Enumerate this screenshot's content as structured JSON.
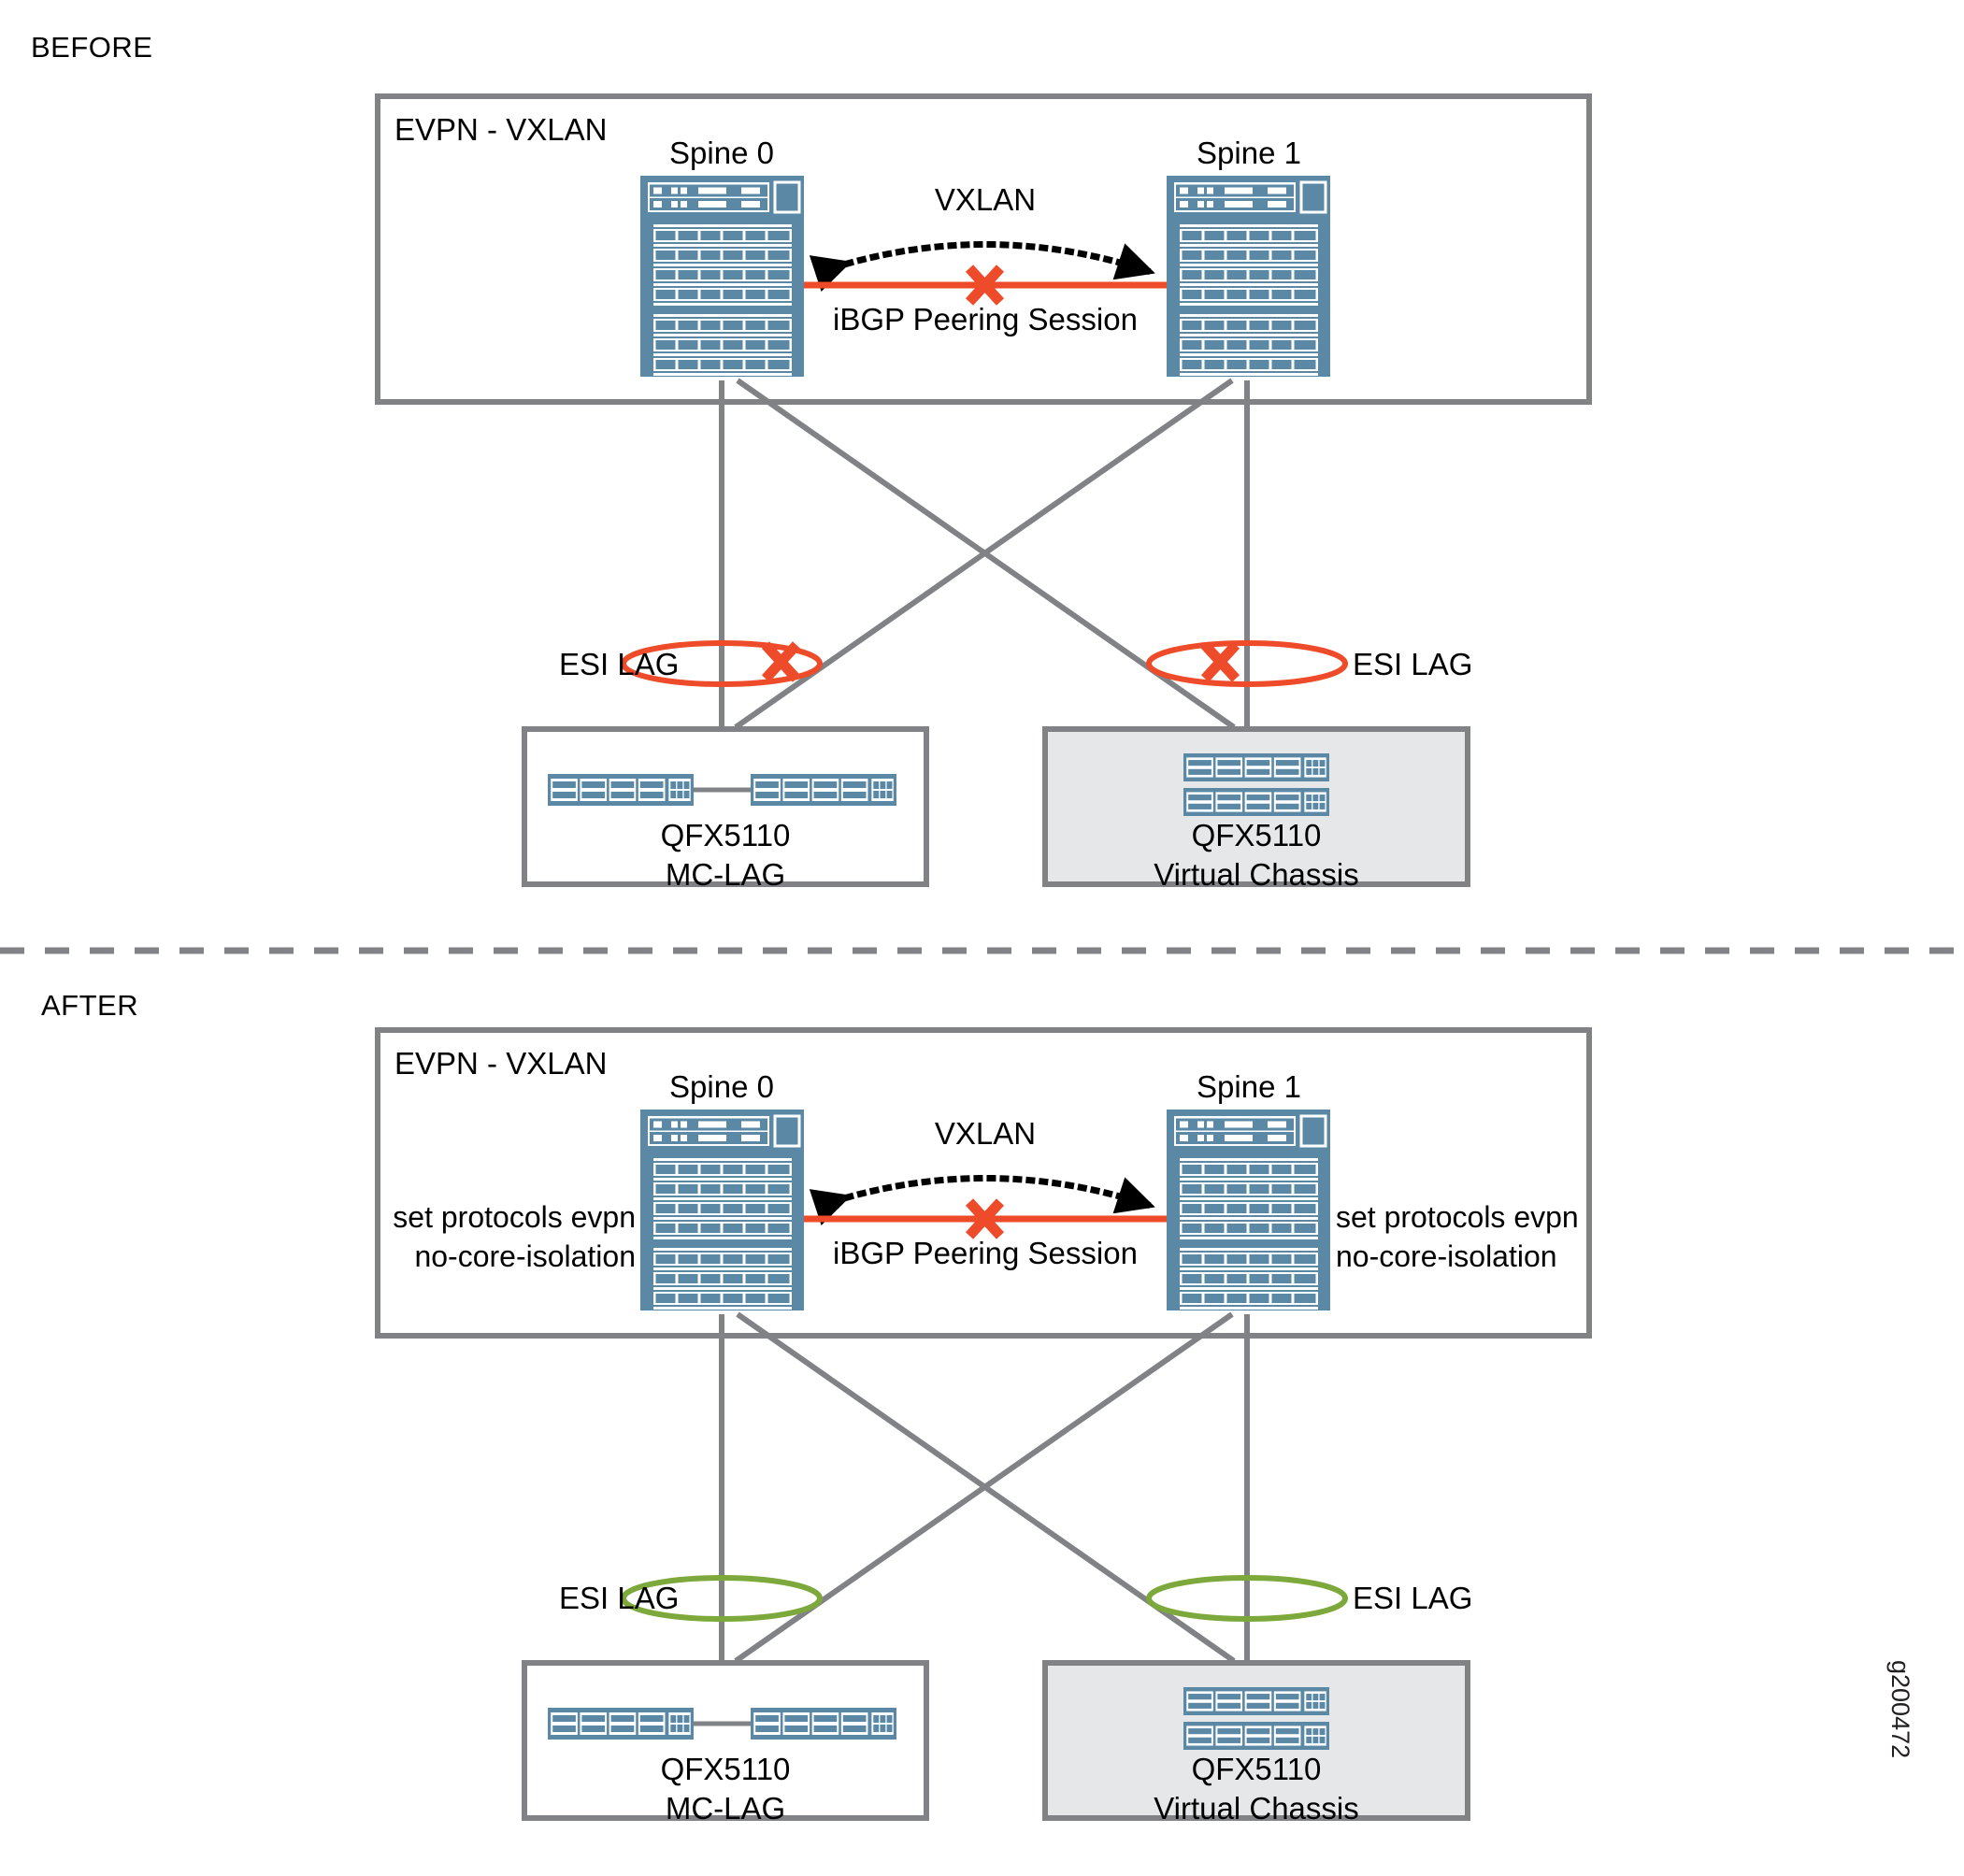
{
  "figure": {
    "id_watermark": "g200472",
    "colors": {
      "device_blue": "#5B88A5",
      "device_blue_dark": "#4F7D96",
      "frame_gray": "#808285",
      "line_gray": "#808285",
      "fail_red": "#EE4B2A",
      "ok_green": "#7DA83B",
      "vc_fill": "#E6E7E8",
      "text_black": "#000000"
    }
  },
  "sections": [
    {
      "key": "before",
      "label": "BEFORE",
      "container": {
        "title": "EVPN - VXLAN"
      },
      "spines": [
        {
          "key": "spine0",
          "name": "Spine 0"
        },
        {
          "key": "spine1",
          "name": "Spine 1"
        }
      ],
      "overlay_config": {
        "visible": false,
        "line1": "",
        "line2": ""
      },
      "links": {
        "vxlan_label": "VXLAN",
        "ibgp_label": "iBGP Peering Session",
        "ibgp_state": "down",
        "ibgp_marker": "x-mark-icon"
      },
      "esi": [
        {
          "key": "esi-left",
          "label": "ESI LAG",
          "state": "down",
          "color": "#EE4B2A",
          "marker": "x-mark-icon"
        },
        {
          "key": "esi-right",
          "label": "ESI LAG",
          "state": "down",
          "color": "#EE4B2A",
          "marker": "x-mark-icon"
        }
      ],
      "leaves": [
        {
          "key": "mclag",
          "line1": "QFX5110",
          "line2": "MC-LAG",
          "fill": "#FFFFFF",
          "units": 2,
          "layout": "side-by-side"
        },
        {
          "key": "vc",
          "line1": "QFX5110",
          "line2": "Virtual Chassis",
          "fill": "#E6E7E8",
          "units": 2,
          "layout": "stacked"
        }
      ]
    },
    {
      "key": "after",
      "label": "AFTER",
      "container": {
        "title": "EVPN - VXLAN"
      },
      "spines": [
        {
          "key": "spine0",
          "name": "Spine 0"
        },
        {
          "key": "spine1",
          "name": "Spine 1"
        }
      ],
      "overlay_config": {
        "visible": true,
        "line1": "set protocols evpn",
        "line2": "no-core-isolation"
      },
      "links": {
        "vxlan_label": "VXLAN",
        "ibgp_label": "iBGP Peering Session",
        "ibgp_state": "down",
        "ibgp_marker": "x-mark-icon"
      },
      "esi": [
        {
          "key": "esi-left",
          "label": "ESI LAG",
          "state": "up",
          "color": "#7DA83B",
          "marker": "none"
        },
        {
          "key": "esi-right",
          "label": "ESI LAG",
          "state": "up",
          "color": "#7DA83B",
          "marker": "none"
        }
      ],
      "leaves": [
        {
          "key": "mclag",
          "line1": "QFX5110",
          "line2": "MC-LAG",
          "fill": "#FFFFFF",
          "units": 2,
          "layout": "side-by-side"
        },
        {
          "key": "vc",
          "line1": "QFX5110",
          "line2": "Virtual Chassis",
          "fill": "#E6E7E8",
          "units": 2,
          "layout": "stacked"
        }
      ]
    }
  ]
}
